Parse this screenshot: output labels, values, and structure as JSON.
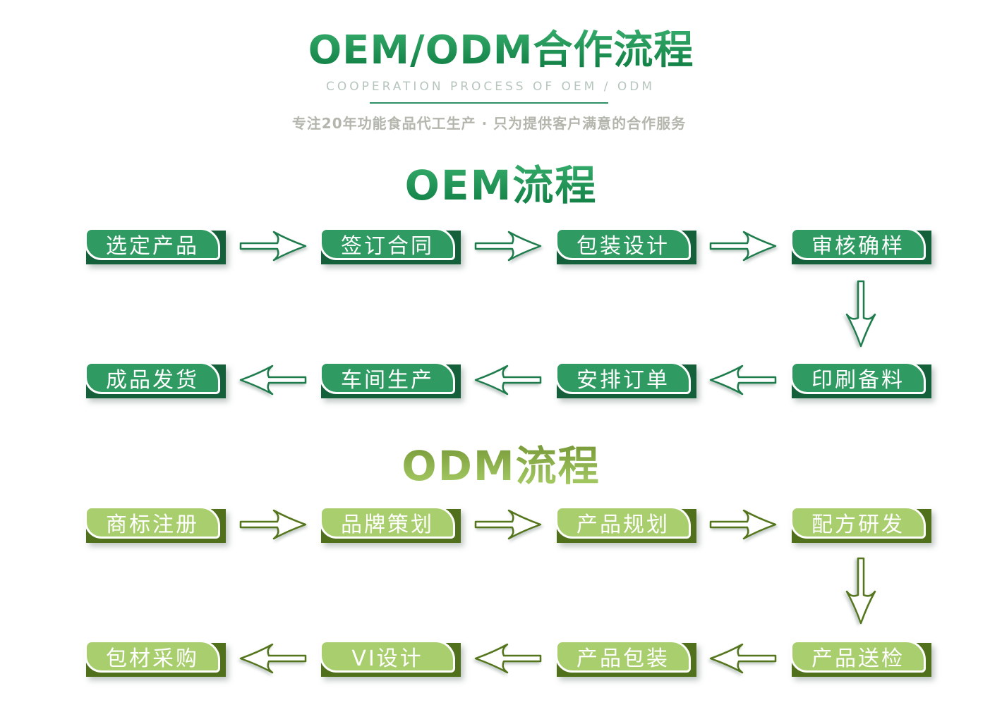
{
  "header": {
    "title": "OEM/ODM合作流程",
    "subtitle": "COOPERATION PROCESS OF OEM / ODM",
    "tagline": "专注20年功能食品代工生产 · 只为提供客户满意的合作服务",
    "title_color": "#1a9551",
    "subtitle_color": "#b7c6bc",
    "divider_color": "#2e8e66",
    "tagline_color": "#b2b6ac"
  },
  "sections": [
    {
      "id": "oem",
      "heading": "OEM流程",
      "colors": {
        "box_fill": "#2f9a61",
        "box_back": "#14603a",
        "box_border": "#ffffff",
        "arrow_stroke": "#1e7c4c",
        "heading_gradient_top": "#3cb472",
        "heading_gradient_bottom": "#0e7c42"
      },
      "rows": [
        {
          "direction": "right",
          "steps": [
            "选定产品",
            "签订合同",
            "包装设计",
            "审核确样"
          ]
        },
        {
          "direction": "left",
          "steps": [
            "成品发货",
            "车间生产",
            "安排订单",
            "印刷备料"
          ]
        }
      ],
      "connector": "down-arrow"
    },
    {
      "id": "odm",
      "heading": "ODM流程",
      "colors": {
        "box_fill": "#a9ce6e",
        "box_back": "#50701c",
        "box_border": "#ffffff",
        "arrow_stroke": "#54751c",
        "heading_gradient_top": "#6f9030",
        "heading_gradient_bottom": "#a9cf68"
      },
      "rows": [
        {
          "direction": "right",
          "steps": [
            "商标注册",
            "品牌策划",
            "产品规划",
            "配方研发"
          ]
        },
        {
          "direction": "left",
          "steps": [
            "包材采购",
            "VI设计",
            "产品包装",
            "产品送检"
          ]
        }
      ],
      "connector": "down-arrow"
    }
  ]
}
